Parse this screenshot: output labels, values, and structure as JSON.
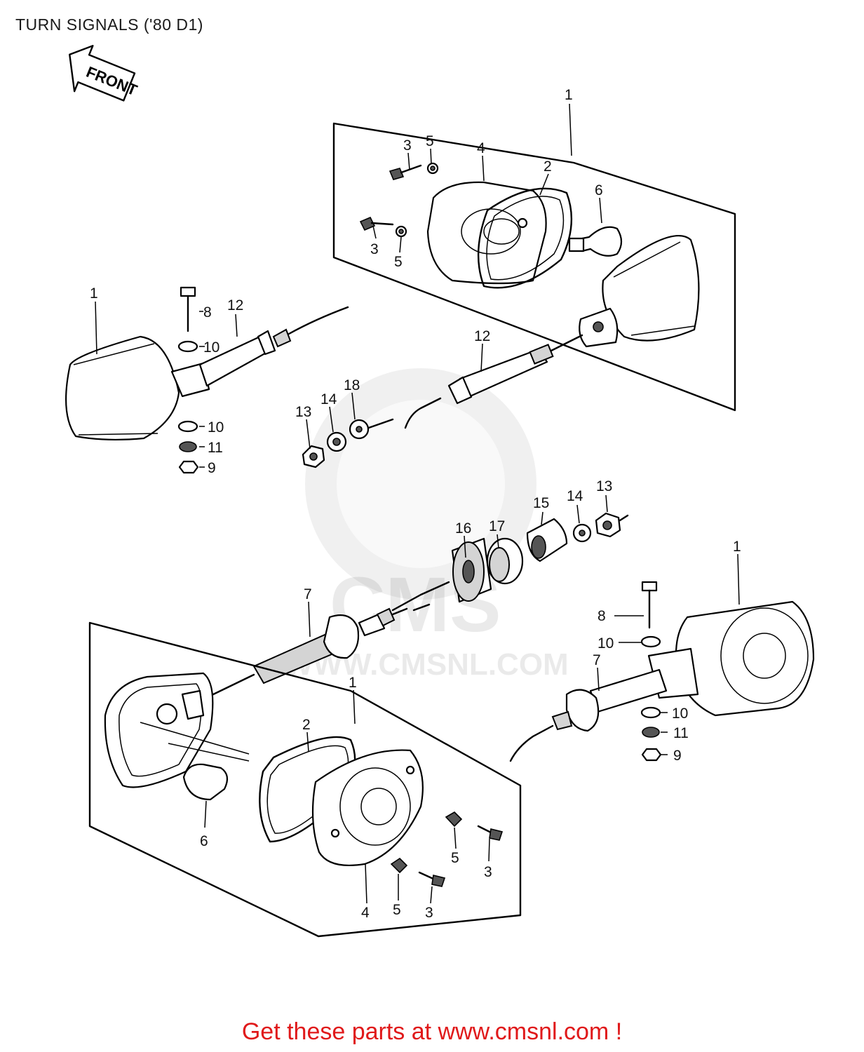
{
  "title": "TURN SIGNALS ('80 D1)",
  "front_label": "FRONT",
  "watermark": {
    "logo": "CMS",
    "url": "WWW.CMSNL.COM"
  },
  "footer": "Get these parts at www.cmsnl.com !",
  "colors": {
    "footer": "#e0191a",
    "line": "#000000"
  },
  "callouts": {
    "c1": "1",
    "c2": "1",
    "c3": "1",
    "c4": "1",
    "c5": "2",
    "c6": "2",
    "c7": "3",
    "c8": "3",
    "c9": "3",
    "c10": "3",
    "c11": "4",
    "c12": "4",
    "c13": "5",
    "c14": "5",
    "c15": "5",
    "c16": "5",
    "c17": "6",
    "c18": "6",
    "c19": "7",
    "c20": "7",
    "c21": "8",
    "c22": "8",
    "c23": "9",
    "c24": "9",
    "c25": "10",
    "c26": "10",
    "c27": "10",
    "c28": "10",
    "c29": "11",
    "c30": "11",
    "c31": "12",
    "c32": "12",
    "c33": "13",
    "c34": "13",
    "c35": "14",
    "c36": "14",
    "c37": "15",
    "c38": "16",
    "c39": "17",
    "c40": "18"
  }
}
